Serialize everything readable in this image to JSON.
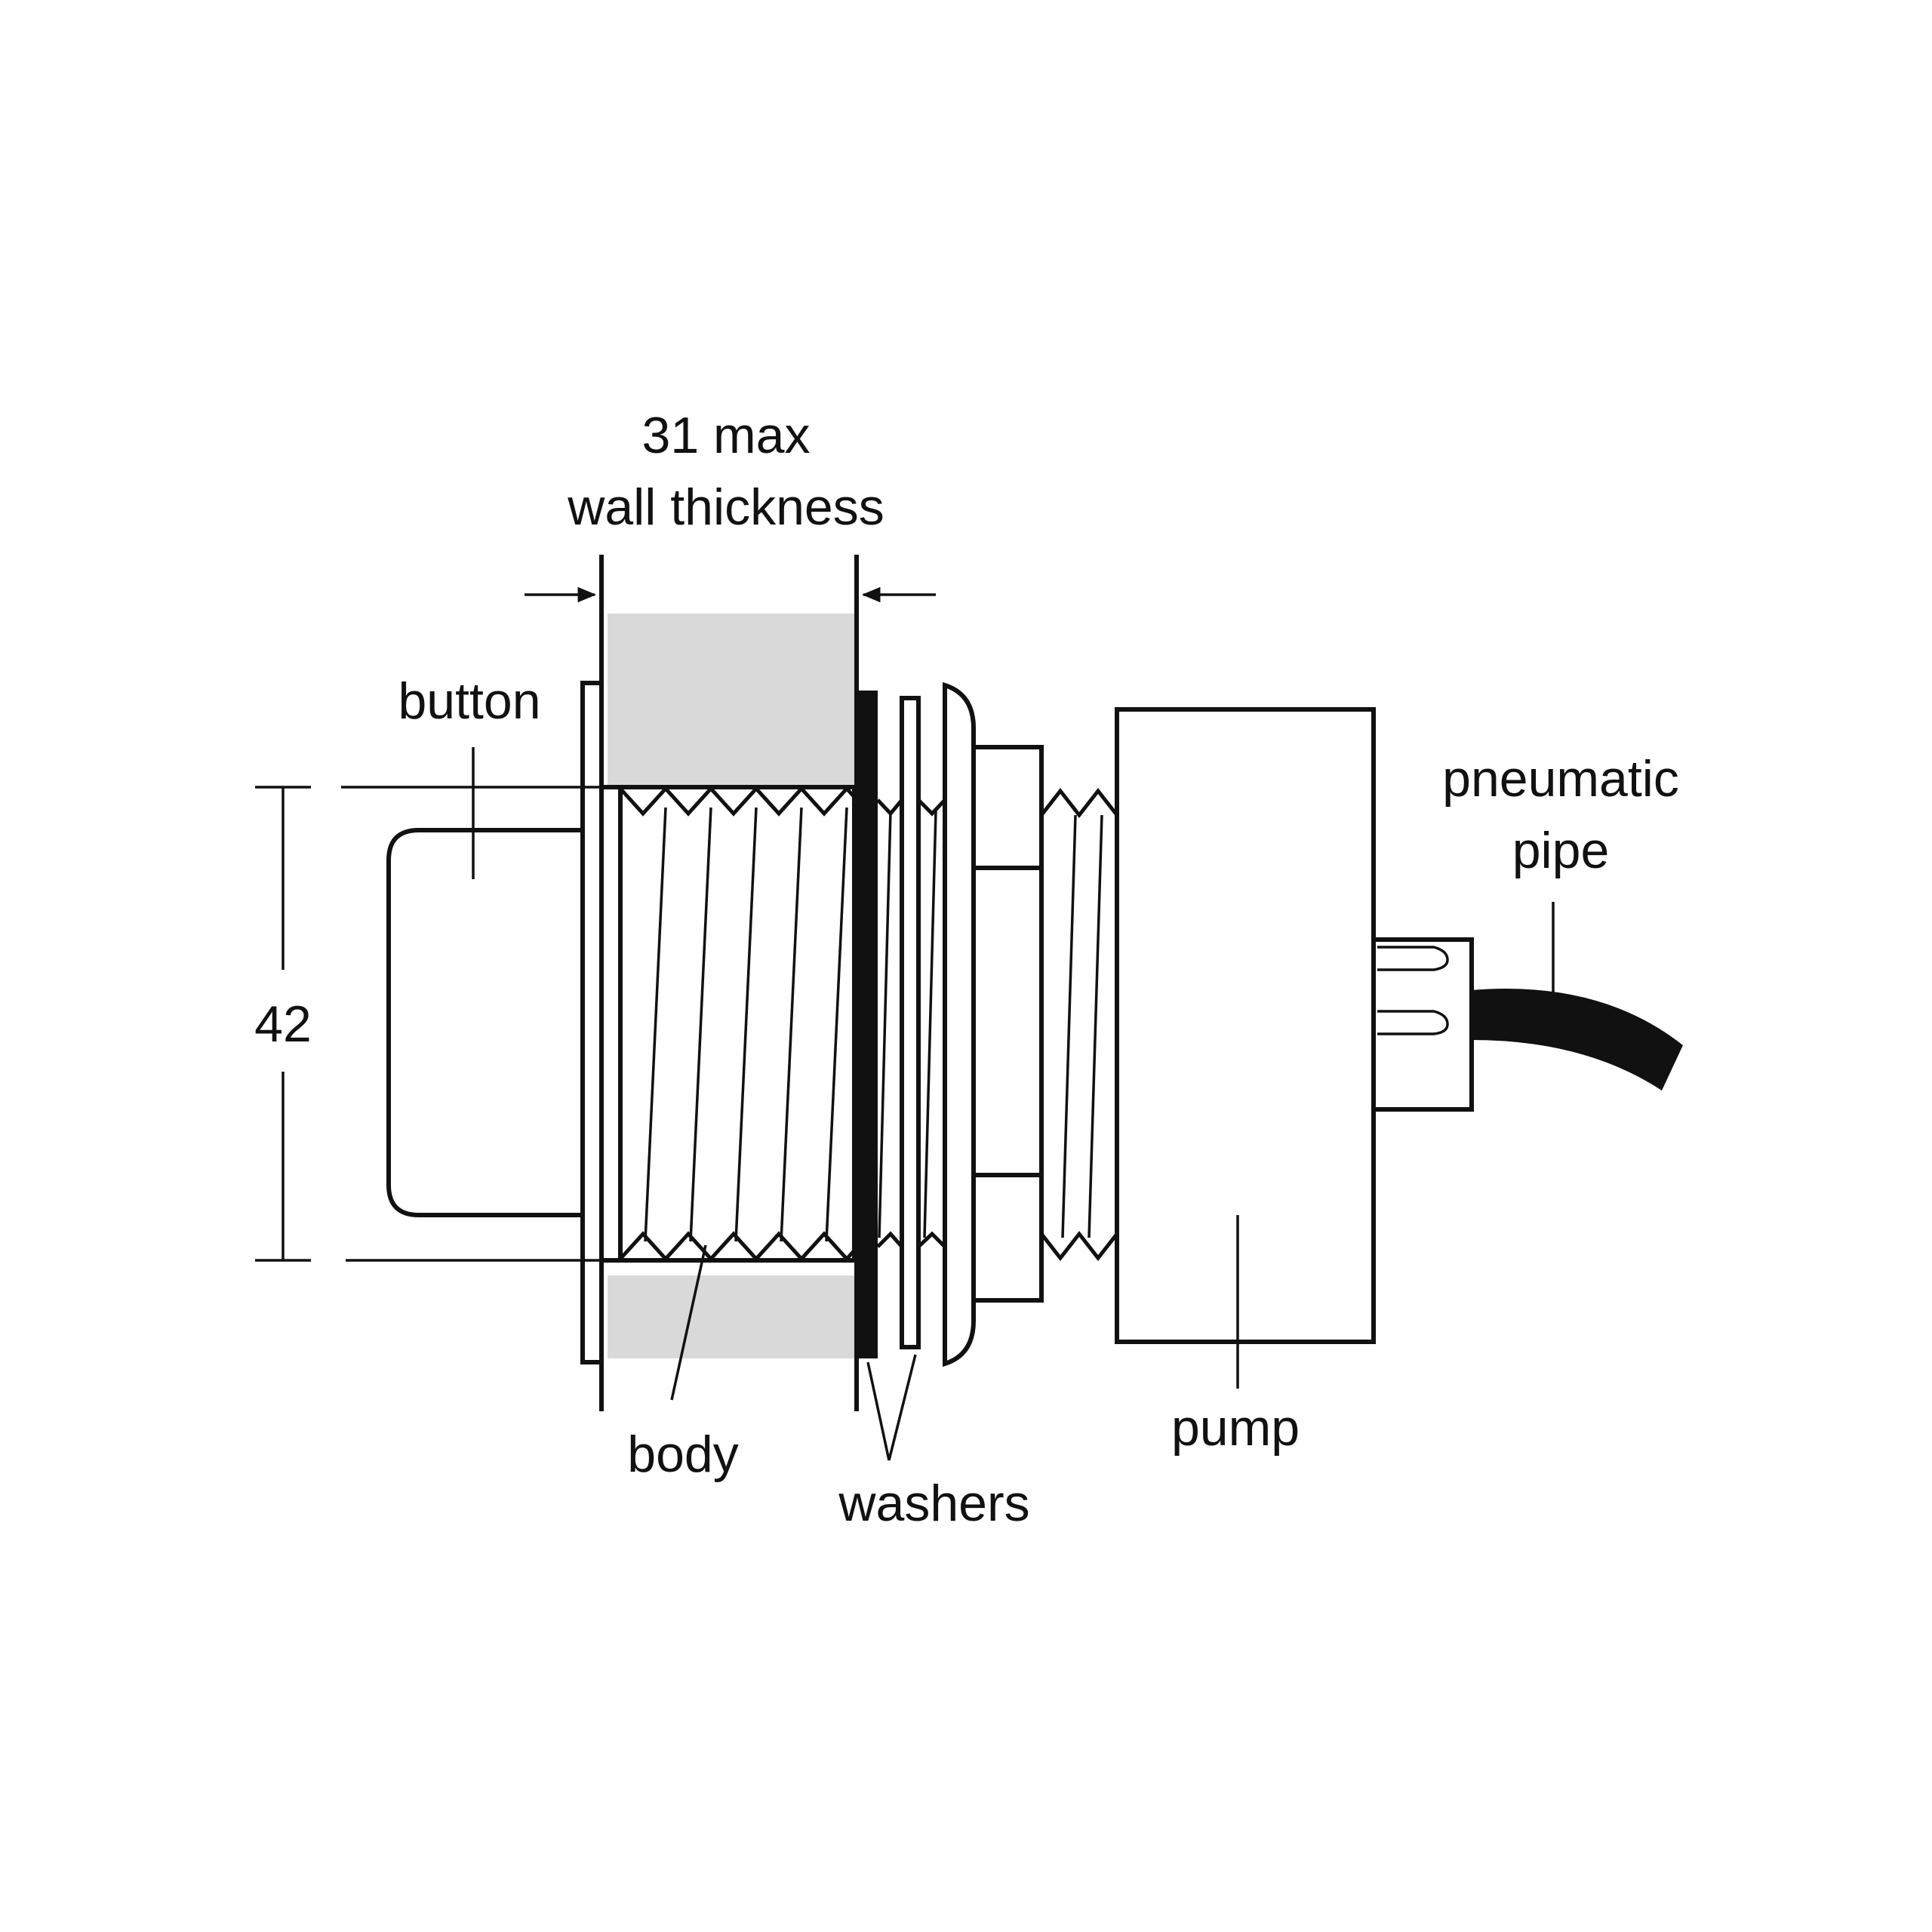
{
  "colors": {
    "ink": "#111111",
    "wall": "#d9d9d9",
    "background": "#ffffff"
  },
  "labels": {
    "wall_thickness_value": "31 max",
    "wall_thickness_text": "wall thickness",
    "button": "button",
    "height_value": "42",
    "body": "body",
    "washers": "washers",
    "pump": "pump",
    "pneumatic": "pneumatic",
    "pipe": "pipe"
  }
}
